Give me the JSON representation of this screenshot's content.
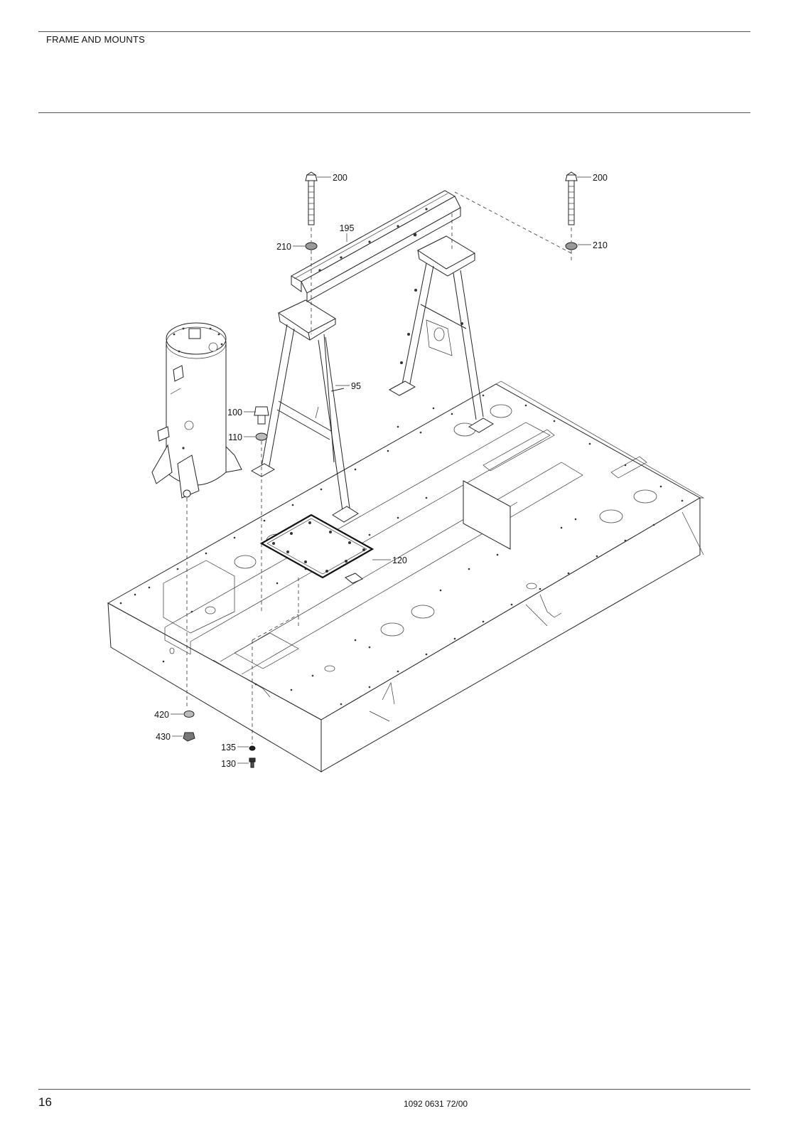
{
  "header": {
    "title": "FRAME AND MOUNTS"
  },
  "footer": {
    "page_number": "16",
    "document_number": "1092 0631 72/00"
  },
  "callouts": {
    "c200a": "200",
    "c200b": "200",
    "c195": "195",
    "c210a": "210",
    "c210b": "210",
    "c95": "95",
    "c100": "100",
    "c110": "110",
    "c120": "120",
    "c420": "420",
    "c430": "430",
    "c135": "135",
    "c130": "130"
  }
}
